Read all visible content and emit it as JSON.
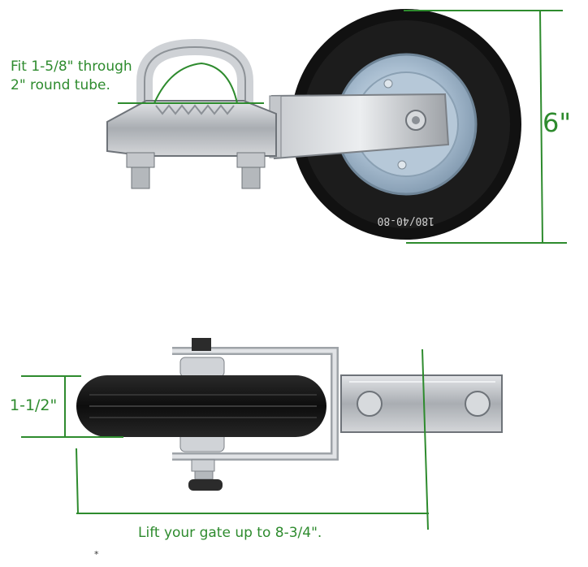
{
  "annotations": {
    "fit_line1": "Fit 1-5/8\" through",
    "fit_line2": "2\" round tube.",
    "height": "6\"",
    "width": "1-1/2\"",
    "lift": "Lift your gate up to 8-3/4\"."
  },
  "tire_marking": "180/40-80",
  "footnote": "*",
  "colors": {
    "dimension_green": "#2e8b2e",
    "tire_black": "#151515",
    "steel_gray": "#b9bcc0",
    "hub_blue": "#9fb7cc"
  }
}
